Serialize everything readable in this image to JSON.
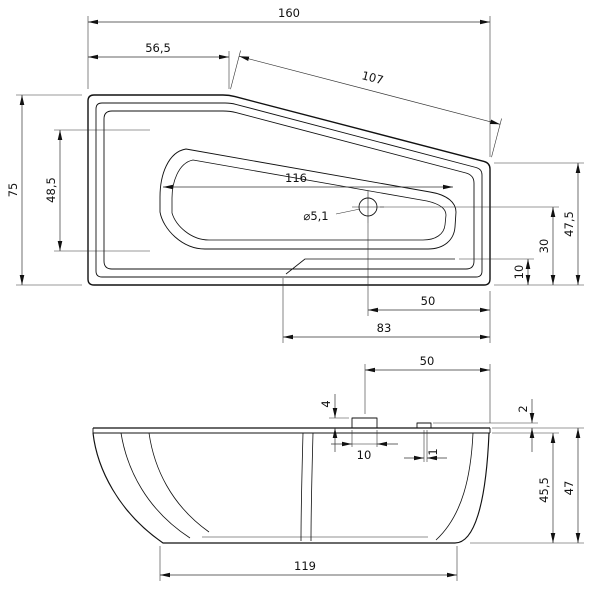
{
  "colors": {
    "line": "#111111",
    "background": "#ffffff"
  },
  "top_view": {
    "overall_length_cm": "160",
    "top_edge_straight_cm": "56,5",
    "top_edge_slanted_cm": "107",
    "width_left_end_cm": "75",
    "inner_width_left_cm": "48,5",
    "inner_basin_length_cm": "116",
    "drain_diameter_label": "⌀5,1",
    "width_right_end_cm": "47,5",
    "drain_center_from_bottom_edge_cm": "30",
    "ledge_from_bottom_edge_cm": "10",
    "drain_center_from_right_edge_cm": "50",
    "ledge_from_right_edge_cm": "83"
  },
  "side_view": {
    "drain_from_right_edge_cm": "50",
    "drain_fitting_height_cm": "4",
    "overflow_fitting_height_cm": "2",
    "drain_fitting_width_cm": "10",
    "overflow_fitting_width_cm": "1",
    "inner_depth_cm": "45,5",
    "overall_height_cm": "47",
    "flat_base_length_cm": "119"
  }
}
